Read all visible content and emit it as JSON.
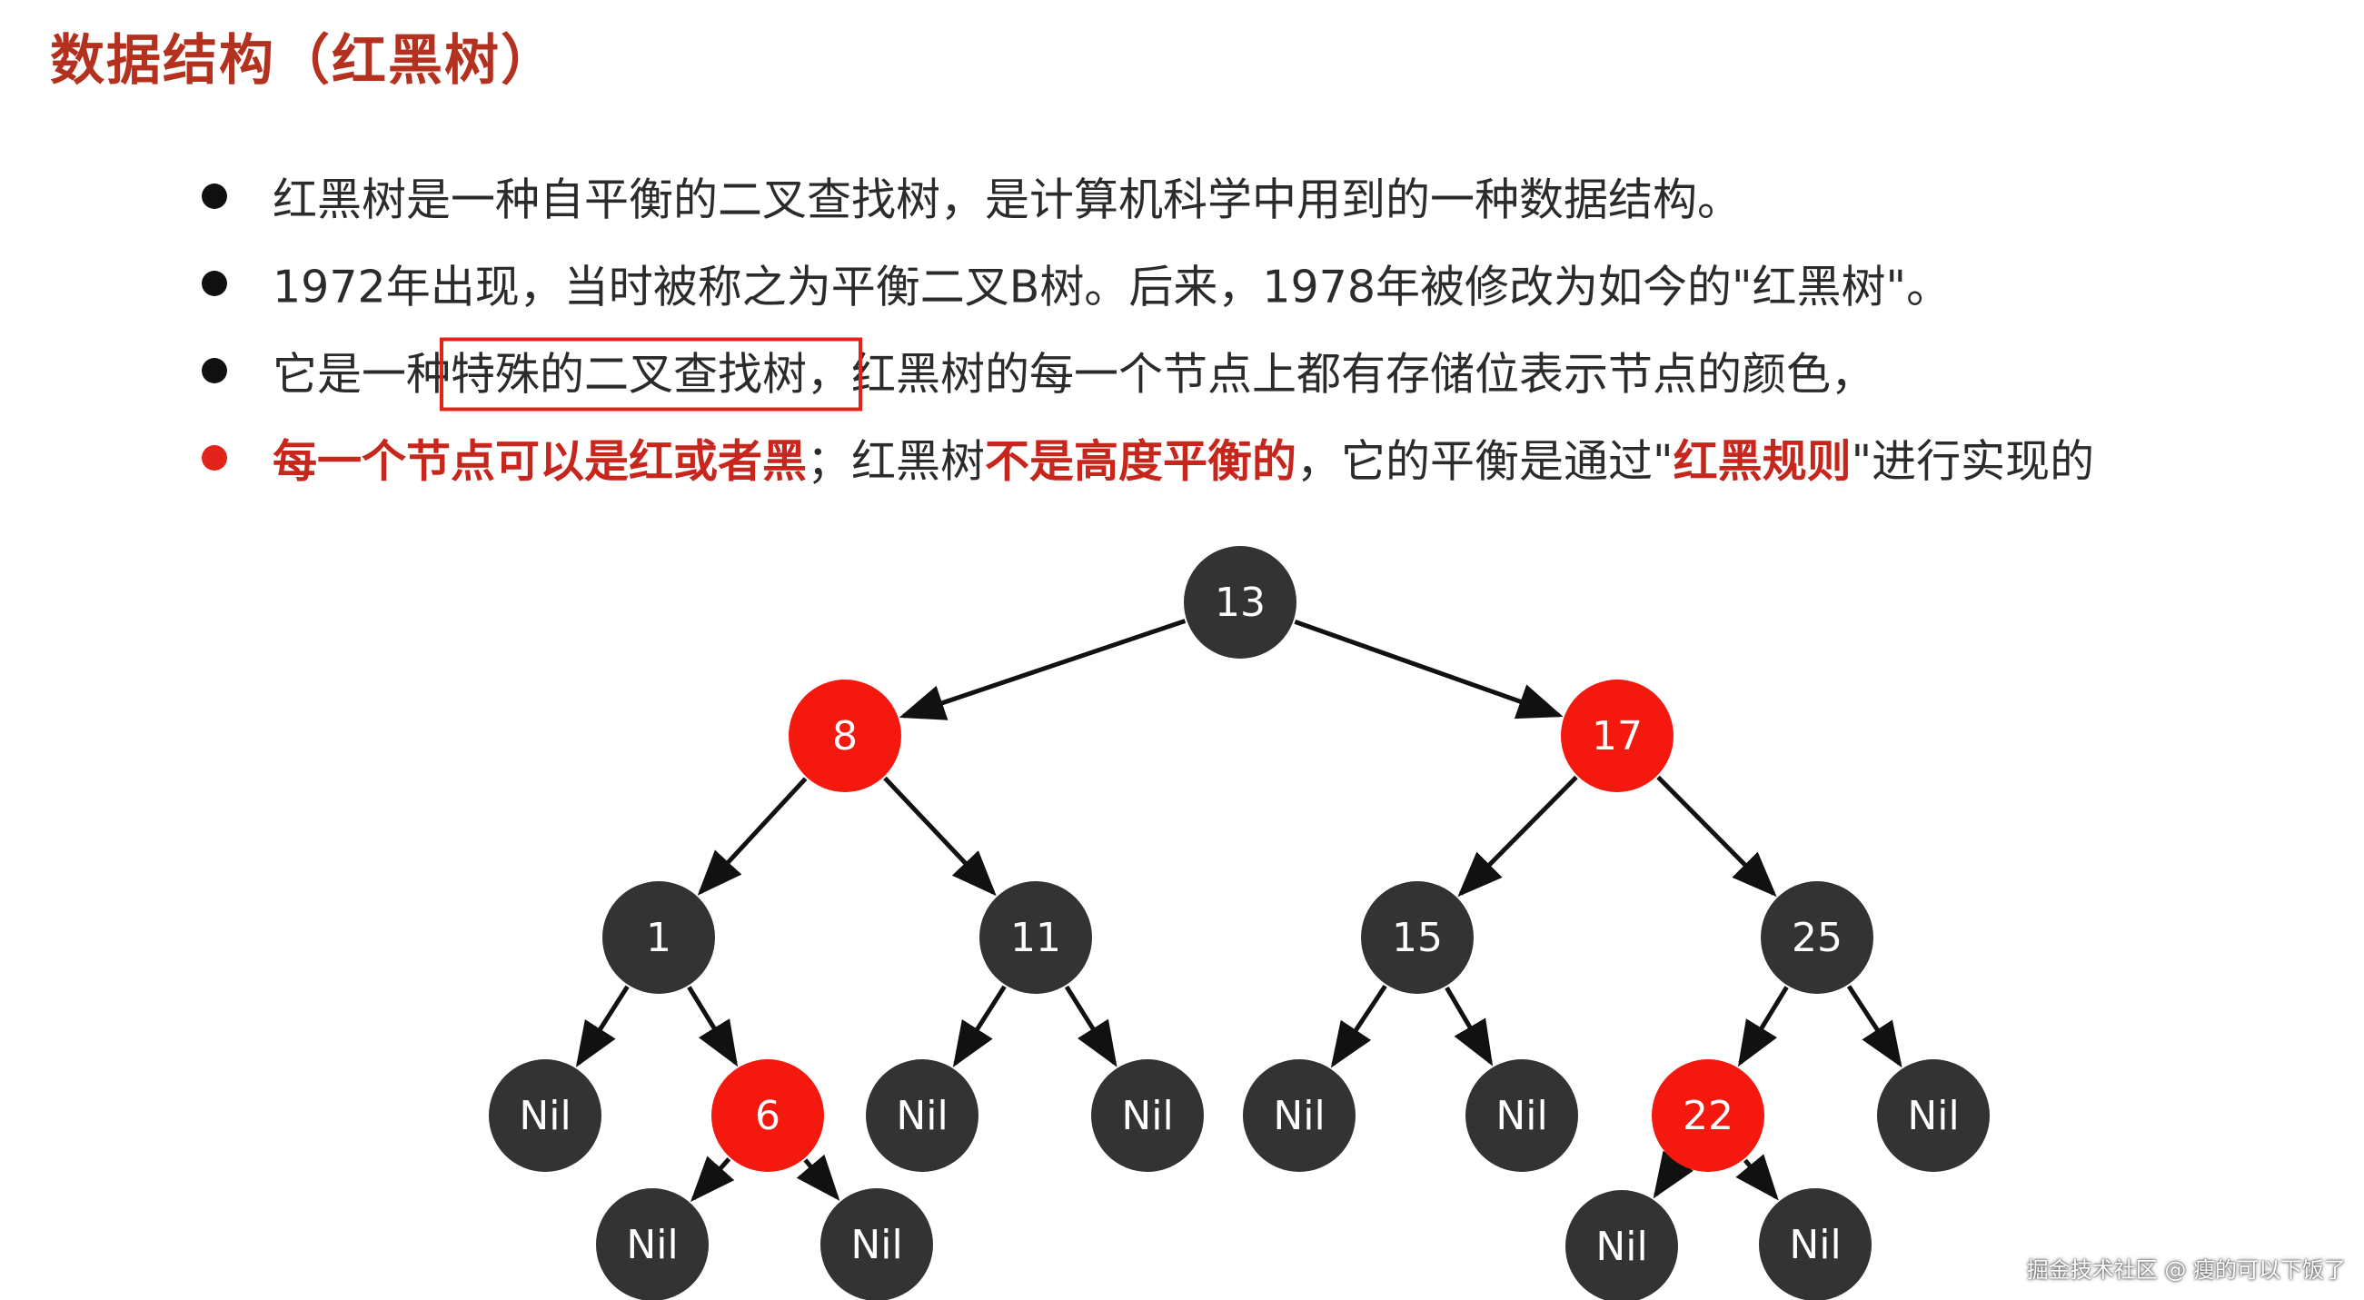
{
  "title": "数据结构（红黑树）",
  "bullets": [
    {
      "text": "红黑树是一种自平衡的二叉查找树，是计算机科学中用到的一种数据结构。"
    },
    {
      "text": "1972年出现，当时被称之为平衡二叉B树。后来，1978年被修改为如今的\"红黑树\"。"
    },
    {
      "pre": "它是一种",
      "highlight": "特殊的二叉查找树，",
      "post": "红黑树的每一个节点上都有存储位表示节点的颜色，"
    },
    {
      "em1": "每一个节点可以是红或者黑",
      "t1": "；红黑树",
      "em2": "不是高度平衡的",
      "t2": "，它的平衡是通过\"",
      "em3": "红黑规则",
      "t3": "\"进行实现的"
    }
  ],
  "colors": {
    "title": "#b5311f",
    "red_node": "#f4180e",
    "black_node": "#333333",
    "emphasis": "#c7261c",
    "highlight_box": "#e3231a"
  },
  "tree": {
    "nodes": [
      {
        "id": "n13",
        "label": "13",
        "color": "black"
      },
      {
        "id": "n8",
        "label": "8",
        "color": "red"
      },
      {
        "id": "n17",
        "label": "17",
        "color": "red"
      },
      {
        "id": "n1",
        "label": "1",
        "color": "black"
      },
      {
        "id": "n11",
        "label": "11",
        "color": "black"
      },
      {
        "id": "n15",
        "label": "15",
        "color": "black"
      },
      {
        "id": "n25",
        "label": "25",
        "color": "black"
      },
      {
        "id": "nil1",
        "label": "Nil",
        "color": "black"
      },
      {
        "id": "n6",
        "label": "6",
        "color": "red"
      },
      {
        "id": "nil2",
        "label": "Nil",
        "color": "black"
      },
      {
        "id": "nil3",
        "label": "Nil",
        "color": "black"
      },
      {
        "id": "nil4",
        "label": "Nil",
        "color": "black"
      },
      {
        "id": "nil5",
        "label": "Nil",
        "color": "black"
      },
      {
        "id": "n22",
        "label": "22",
        "color": "red"
      },
      {
        "id": "nil6",
        "label": "Nil",
        "color": "black"
      },
      {
        "id": "nil7",
        "label": "Nil",
        "color": "black"
      },
      {
        "id": "nil8",
        "label": "Nil",
        "color": "black"
      },
      {
        "id": "nil9",
        "label": "Nil",
        "color": "black"
      },
      {
        "id": "nil10",
        "label": "Nil",
        "color": "black"
      }
    ],
    "edges": [
      [
        "n13",
        "n8"
      ],
      [
        "n13",
        "n17"
      ],
      [
        "n8",
        "n1"
      ],
      [
        "n8",
        "n11"
      ],
      [
        "n17",
        "n15"
      ],
      [
        "n17",
        "n25"
      ],
      [
        "n1",
        "nil1"
      ],
      [
        "n1",
        "n6"
      ],
      [
        "n11",
        "nil2"
      ],
      [
        "n11",
        "nil3"
      ],
      [
        "n15",
        "nil4"
      ],
      [
        "n15",
        "nil5"
      ],
      [
        "n25",
        "n22"
      ],
      [
        "n25",
        "nil6"
      ],
      [
        "n6",
        "nil7"
      ],
      [
        "n6",
        "nil8"
      ],
      [
        "n22",
        "nil9"
      ],
      [
        "n22",
        "nil10"
      ]
    ]
  },
  "watermark": "掘金技术社区 @ 瘦的可以下饭了"
}
